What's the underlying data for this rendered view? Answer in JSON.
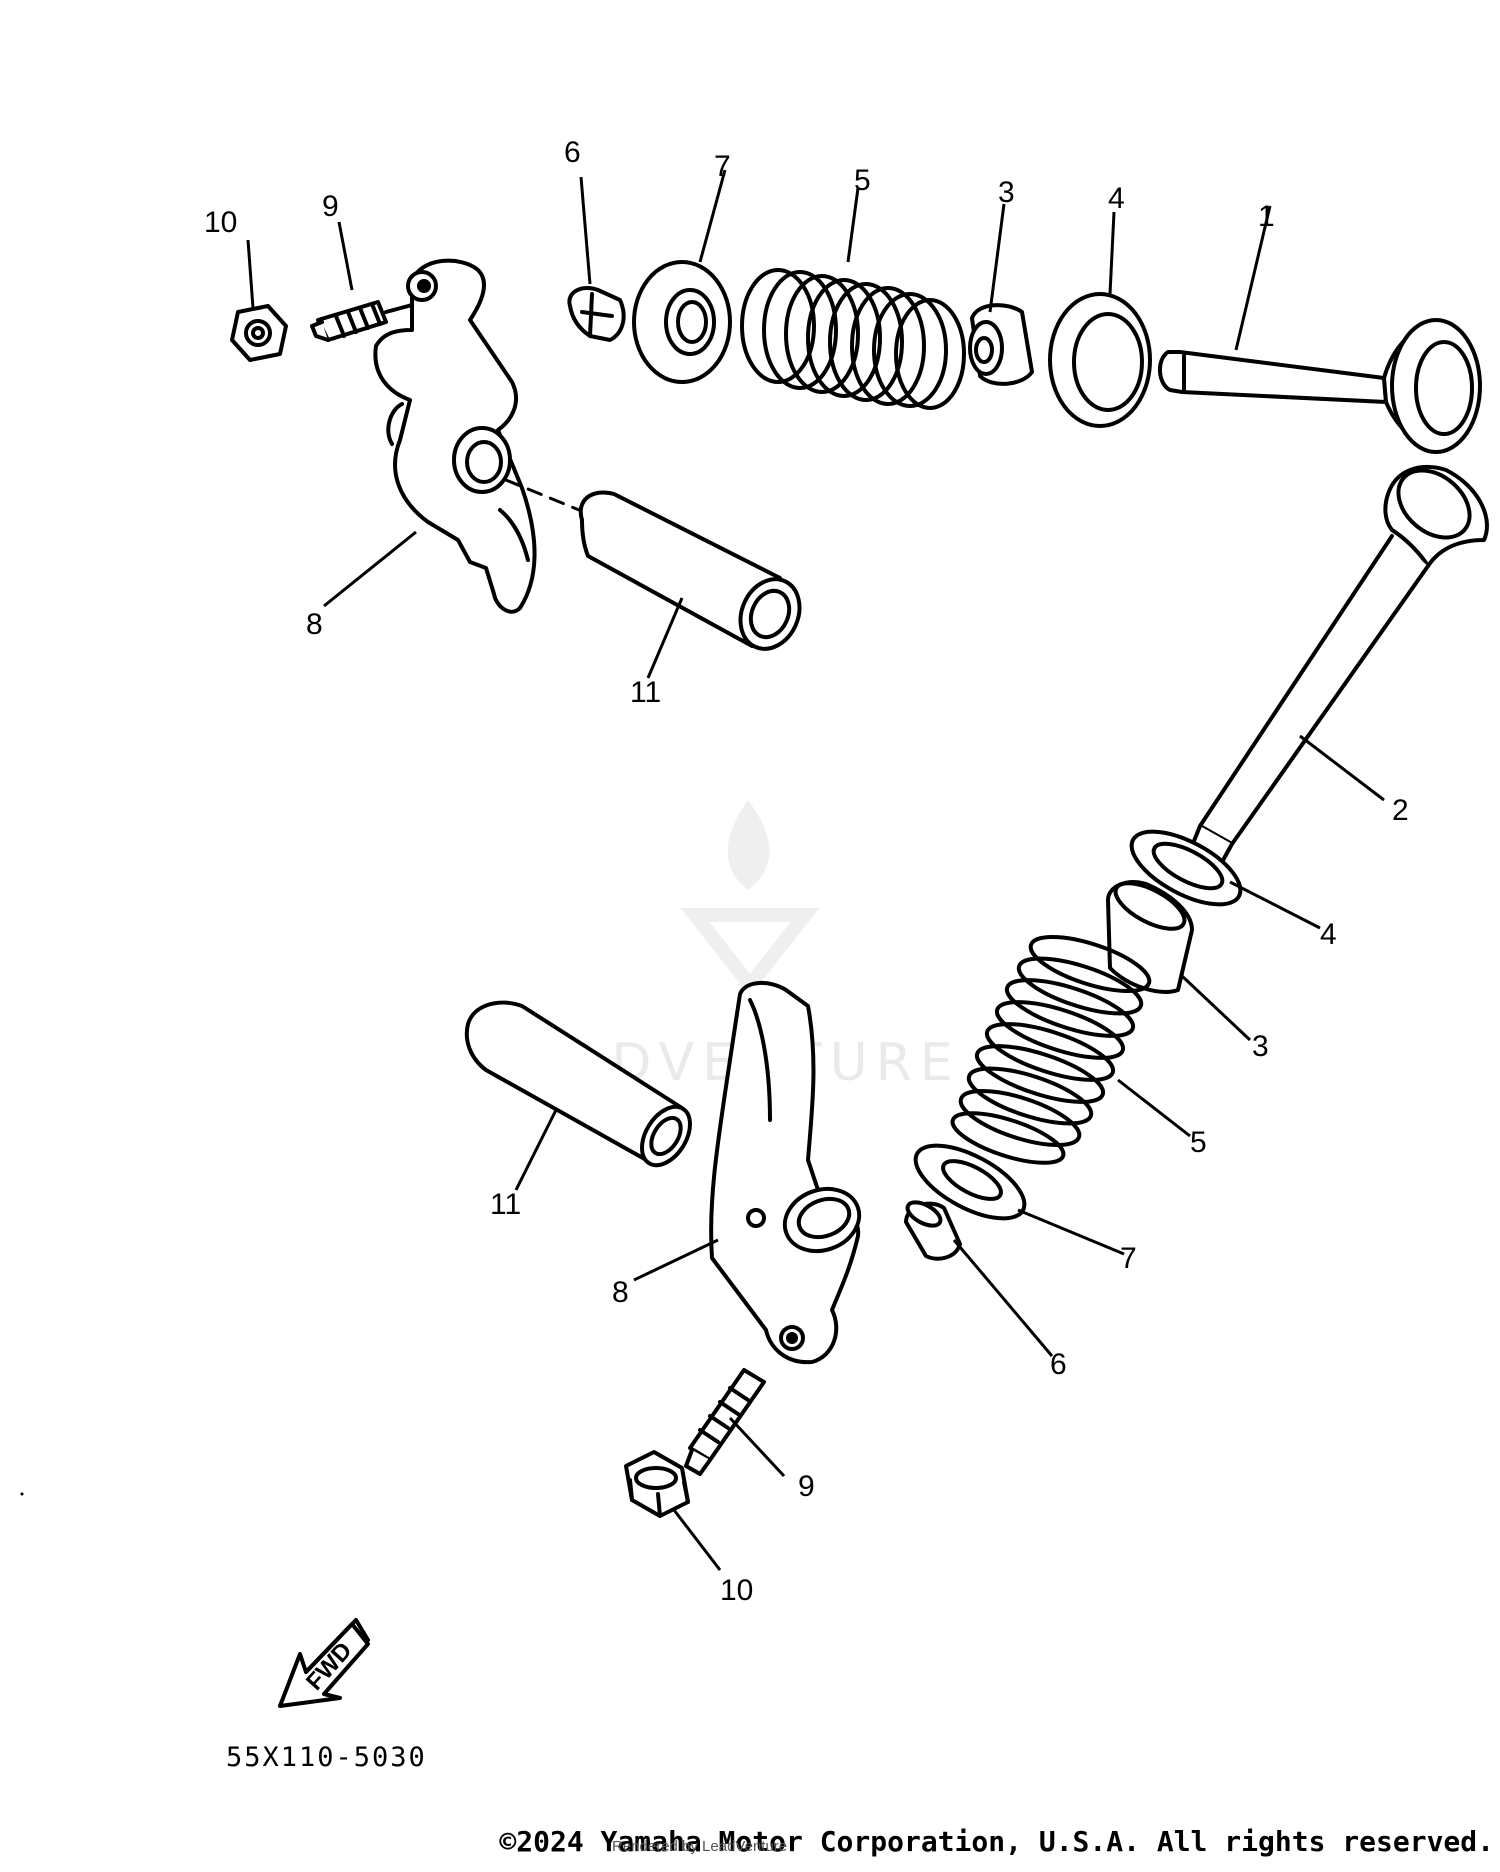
{
  "callouts": {
    "top": [
      "1",
      "3",
      "4",
      "5",
      "6",
      "7",
      "8",
      "9",
      "10",
      "11"
    ],
    "bottom": [
      "2",
      "4",
      "3",
      "5",
      "7",
      "6",
      "8",
      "11",
      "9",
      "10"
    ]
  },
  "fwd_label": "FWD",
  "drawing_code": "55X110-5030",
  "watermark": "LEADVENTURE",
  "copyright": "©2024 Yamaha Motor Corporation, U.S.A. All rights reserved.",
  "rendered_by": "Rendered by LeadVenture"
}
